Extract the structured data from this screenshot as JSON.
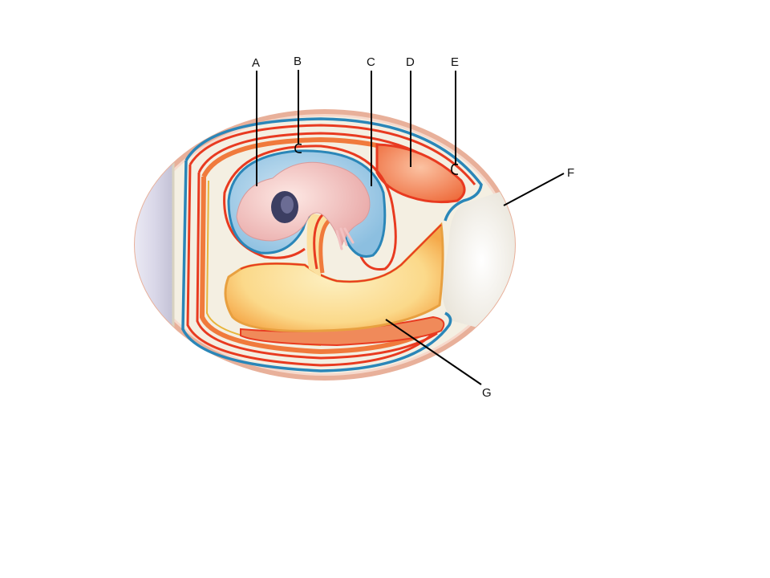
{
  "diagram": {
    "subject": "amniotic egg cross-section with embryo",
    "colors": {
      "shell": "#e8b09a",
      "shell_inner": "#f6d9cc",
      "air_space": "#e2e0ee",
      "albumen_bg": "#f4efe2",
      "chorion_blue": "#2a86b8",
      "membrane_red": "#e83a20",
      "membrane_orange": "#f07a3c",
      "membrane_yellow": "#e8b43a",
      "amniotic_fluid": "#a9cfe8",
      "embryo": "#f2c2c2",
      "yolk": "#fbd98a",
      "allantois": "#f08a5a",
      "albumen_white": "#f2f0ea",
      "leader_line": "#000000"
    },
    "labels": [
      {
        "id": "A",
        "text": "A"
      },
      {
        "id": "B",
        "text": "B"
      },
      {
        "id": "C",
        "text": "C"
      },
      {
        "id": "D",
        "text": "D"
      },
      {
        "id": "E",
        "text": "E"
      },
      {
        "id": "F",
        "text": "F"
      },
      {
        "id": "G",
        "text": "G"
      }
    ]
  }
}
